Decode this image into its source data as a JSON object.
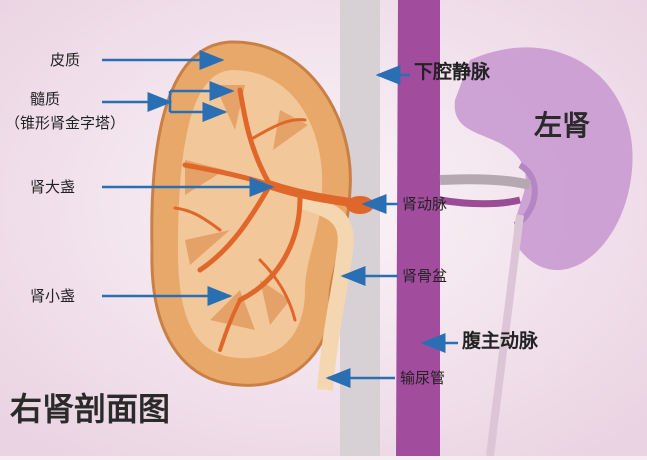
{
  "title": "右肾剖面图",
  "labels": {
    "cortex": "皮质",
    "medulla": "髓质",
    "pyramids": "（锥形肾金字塔）",
    "major_calyx": "肾大盏",
    "minor_calyx": "肾小盏",
    "ivc": "下腔静脉",
    "left_kidney": "左肾",
    "renal_artery": "肾动脉",
    "renal_pelvis": "肾骨盆",
    "aorta": "腹主动脉",
    "ureter": "输尿管"
  },
  "colors": {
    "kidney_outer": "#e8a86a",
    "kidney_inner": "#f2c79a",
    "vessel": "#e0672a",
    "aorta": "#a24c9e",
    "left_kidney": "#c99ad2",
    "ivc": "#c9c4c6",
    "arrow": "#2a6fb3"
  }
}
